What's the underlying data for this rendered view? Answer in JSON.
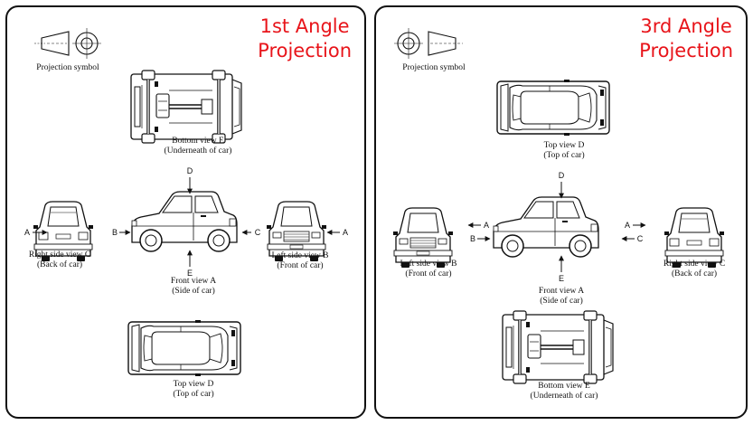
{
  "left_panel": {
    "title_line1": "1st Angle",
    "title_line2": "Projection",
    "symbol_caption": "Projection symbol",
    "bottom_view": {
      "name": "Bottom view E",
      "desc": "(Underneath of car)"
    },
    "right_side_view": {
      "name": "Right side view C",
      "desc": "(Back of car)"
    },
    "front_view": {
      "name": "Front view A",
      "desc": "(Side of car)"
    },
    "left_side_view": {
      "name": "Left side view B",
      "desc": "(Front of car)"
    },
    "top_view": {
      "name": "Top view D",
      "desc": "(Top of car)"
    },
    "arrows": {
      "a_left": "A",
      "b": "B",
      "c": "C",
      "a_right": "A",
      "d": "D",
      "e": "E"
    }
  },
  "right_panel": {
    "title_line1": "3rd Angle",
    "title_line2": "Projection",
    "symbol_caption": "Projection symbol",
    "top_view": {
      "name": "Top view D",
      "desc": "(Top of car)"
    },
    "left_side_view": {
      "name": "Left side view B",
      "desc": "(Front of car)"
    },
    "front_view": {
      "name": "Front view A",
      "desc": "(Side of car)"
    },
    "right_side_view": {
      "name": "Right side view C",
      "desc": "(Back of car)"
    },
    "bottom_view": {
      "name": "Bottom view E",
      "desc": "(Underneath of car)"
    },
    "arrows": {
      "a_left": "A",
      "b": "B",
      "d": "D",
      "e": "E",
      "a_right": "A",
      "c": "C"
    }
  }
}
